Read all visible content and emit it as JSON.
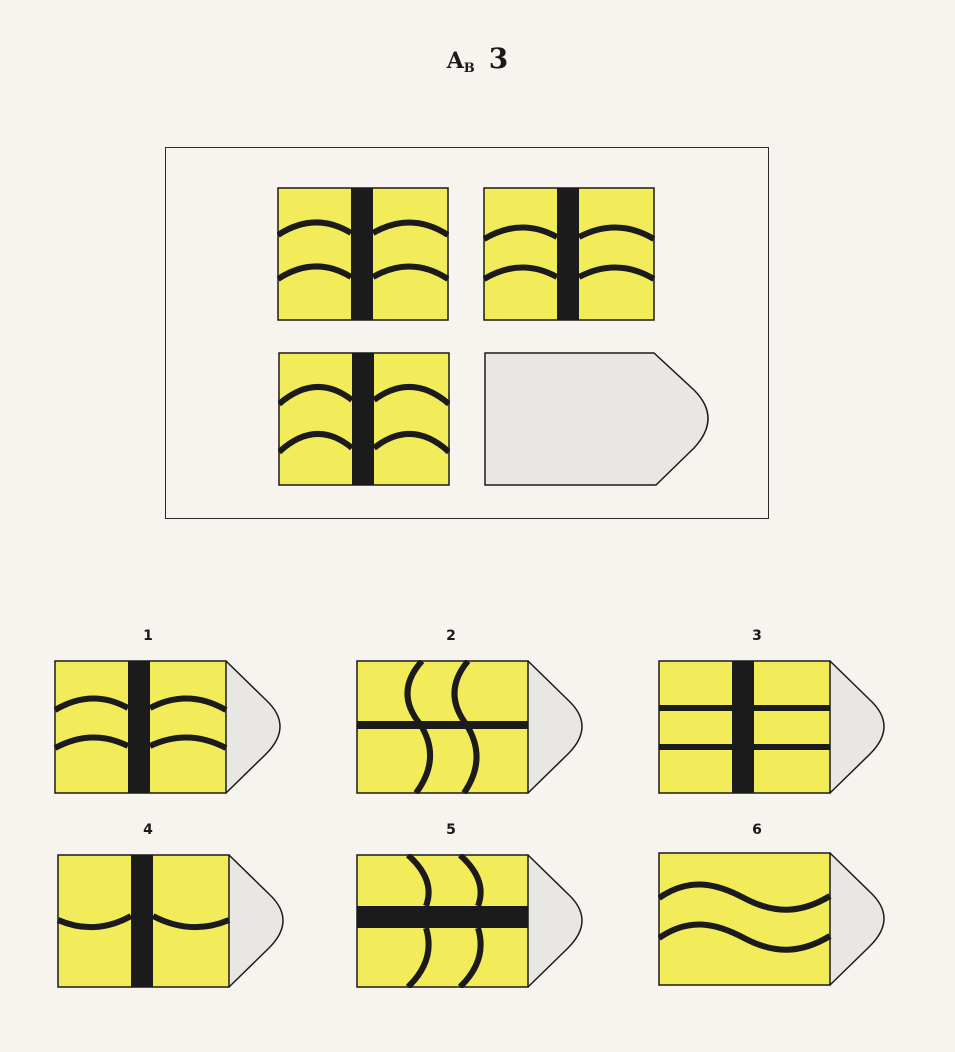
{
  "title": {
    "letter": "A",
    "subscript": "B",
    "number": "3"
  },
  "colors": {
    "panel_yellow": "#f2ec5a",
    "ink": "#1b1b1b",
    "blank": "#e9e7e3"
  },
  "options": [
    {
      "label": "1",
      "pattern": "vertical-bar-two-arches"
    },
    {
      "label": "2",
      "pattern": "horizontal-bar-two-vertical-waves"
    },
    {
      "label": "3",
      "pattern": "vertical-bar-two-straight-lines"
    },
    {
      "label": "4",
      "pattern": "vertical-bar-one-arch"
    },
    {
      "label": "5",
      "pattern": "horizontal-bar-four-arcs"
    },
    {
      "label": "6",
      "pattern": "two-waves-no-bar"
    }
  ]
}
